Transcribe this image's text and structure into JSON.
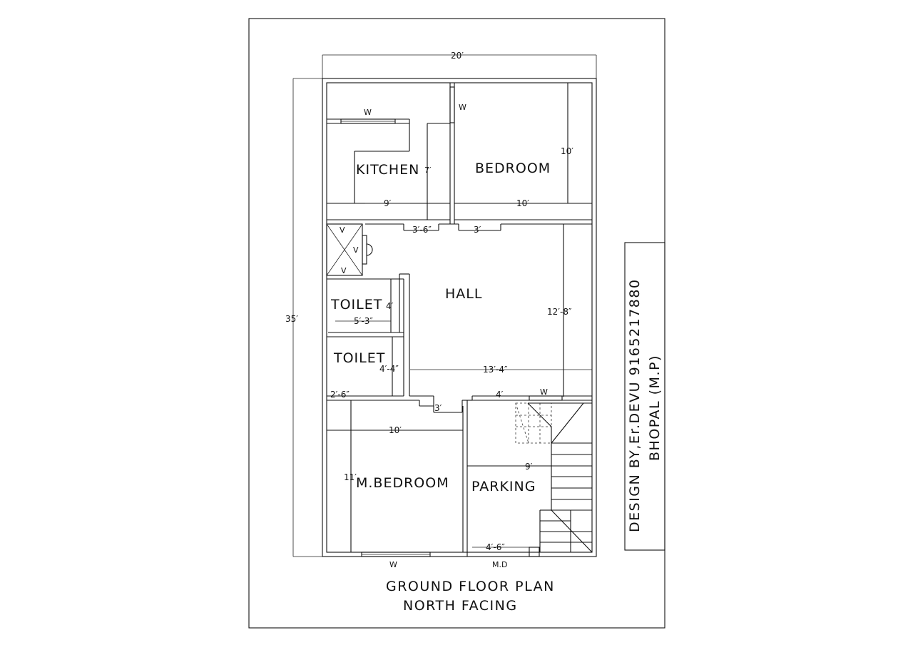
{
  "rooms": {
    "kitchen": "KITCHEN",
    "bedroom": "BEDROOM",
    "hall": "HALL",
    "toilet1": "TOILET",
    "toilet2": "TOILET",
    "master_bedroom": "M.BEDROOM",
    "parking": "PARKING"
  },
  "dimensions": {
    "overall_width": "20′",
    "overall_depth": "35′",
    "kitchen_width": "9′",
    "kitchen_depth": "7′",
    "kitchen_door": "3′-6″",
    "bedroom_width": "10′",
    "bedroom_depth": "10′",
    "bedroom_door": "3′",
    "hall_width": "13′-4″",
    "hall_depth": "12′-8″",
    "toilet1_width": "5′-3″",
    "toilet1_depth": "4′",
    "toilet2_depth": "4′-4″",
    "toilet2_door": "2′-6″",
    "mbed_door": "3′",
    "hall_door": "4′",
    "mbed_width": "10′",
    "mbed_depth": "11′",
    "parking_width": "9′",
    "parking_gate": "4′-6″"
  },
  "markers": {
    "window": "W",
    "ventilator": "V",
    "main_door": "M.D"
  },
  "title": {
    "line1": "GROUND FLOOR PLAN",
    "line2": "NORTH FACING"
  },
  "credit": {
    "line1": "DESIGN BY,Er.DEVU 9165217880",
    "line2": "BHOPAL (M.P)"
  }
}
